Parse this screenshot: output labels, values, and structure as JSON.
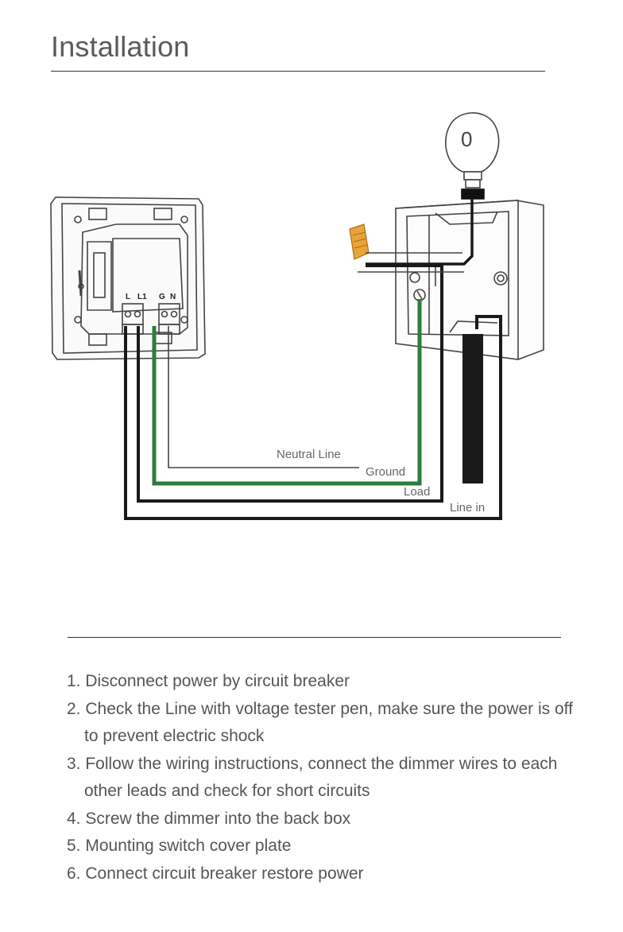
{
  "page": {
    "title": "Installation"
  },
  "diagram": {
    "terminals": {
      "l": "L",
      "l1": "L1",
      "g": "G",
      "n": "N"
    },
    "bulb_glyph": "0",
    "wires": {
      "neutral": "Neutral Line",
      "ground": "Ground",
      "load": "Load",
      "line_in": "Line in"
    },
    "colors": {
      "ground_wire": "#2e7d3e",
      "hot_wire": "#1a1a1a",
      "wire_nut": "#e8a33a"
    }
  },
  "steps": [
    "1. Disconnect power by circuit breaker",
    "2. Check the Line with voltage tester pen, make sure the power is off to prevent electric shock",
    "3. Follow the wiring instructions, connect the dimmer wires to each other leads and check for short circuits",
    "4. Screw the dimmer into the back box",
    "5. Mounting switch cover plate",
    "6. Connect circuit breaker restore power"
  ]
}
